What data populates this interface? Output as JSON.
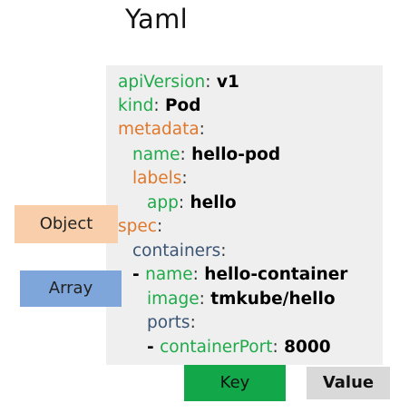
{
  "title": "Yaml",
  "yaml": {
    "l1": {
      "key": "apiVersion",
      "colon": ":",
      "value": " v1"
    },
    "l2": {
      "key": "kind",
      "colon": ":",
      "value": " Pod"
    },
    "l3": {
      "key": "metadata",
      "colon": ":"
    },
    "l4": {
      "key": "name",
      "colon": ":",
      "value": " hello-pod"
    },
    "l5": {
      "key": "labels",
      "colon": ":"
    },
    "l6": {
      "key": "app",
      "colon": ":",
      "value": " hello"
    },
    "l7": {
      "key": "spec",
      "colon": ":"
    },
    "l8": {
      "key": "containers",
      "colon": ":"
    },
    "l9": {
      "dash": "- ",
      "key": "name",
      "colon": ":",
      "value": " hello-container"
    },
    "l10": {
      "key": "image",
      "colon": ":",
      "value": " tmkube/hello"
    },
    "l11": {
      "key": "ports",
      "colon": ":"
    },
    "l12": {
      "dash": "- ",
      "key": "containerPort",
      "colon": ":",
      "value": " 8000"
    }
  },
  "legend": {
    "object": "Object",
    "array": "Array",
    "key": "Key",
    "value": "Value"
  },
  "colors": {
    "key_green": "#1faa4a",
    "object_orange": "#e0782c",
    "array_blue": "#3b5575",
    "object_box": "#f8cfaa",
    "array_box": "#7fa6da",
    "key_box": "#12a84a",
    "value_box": "#d9d9d9",
    "panel": "#efefef"
  }
}
